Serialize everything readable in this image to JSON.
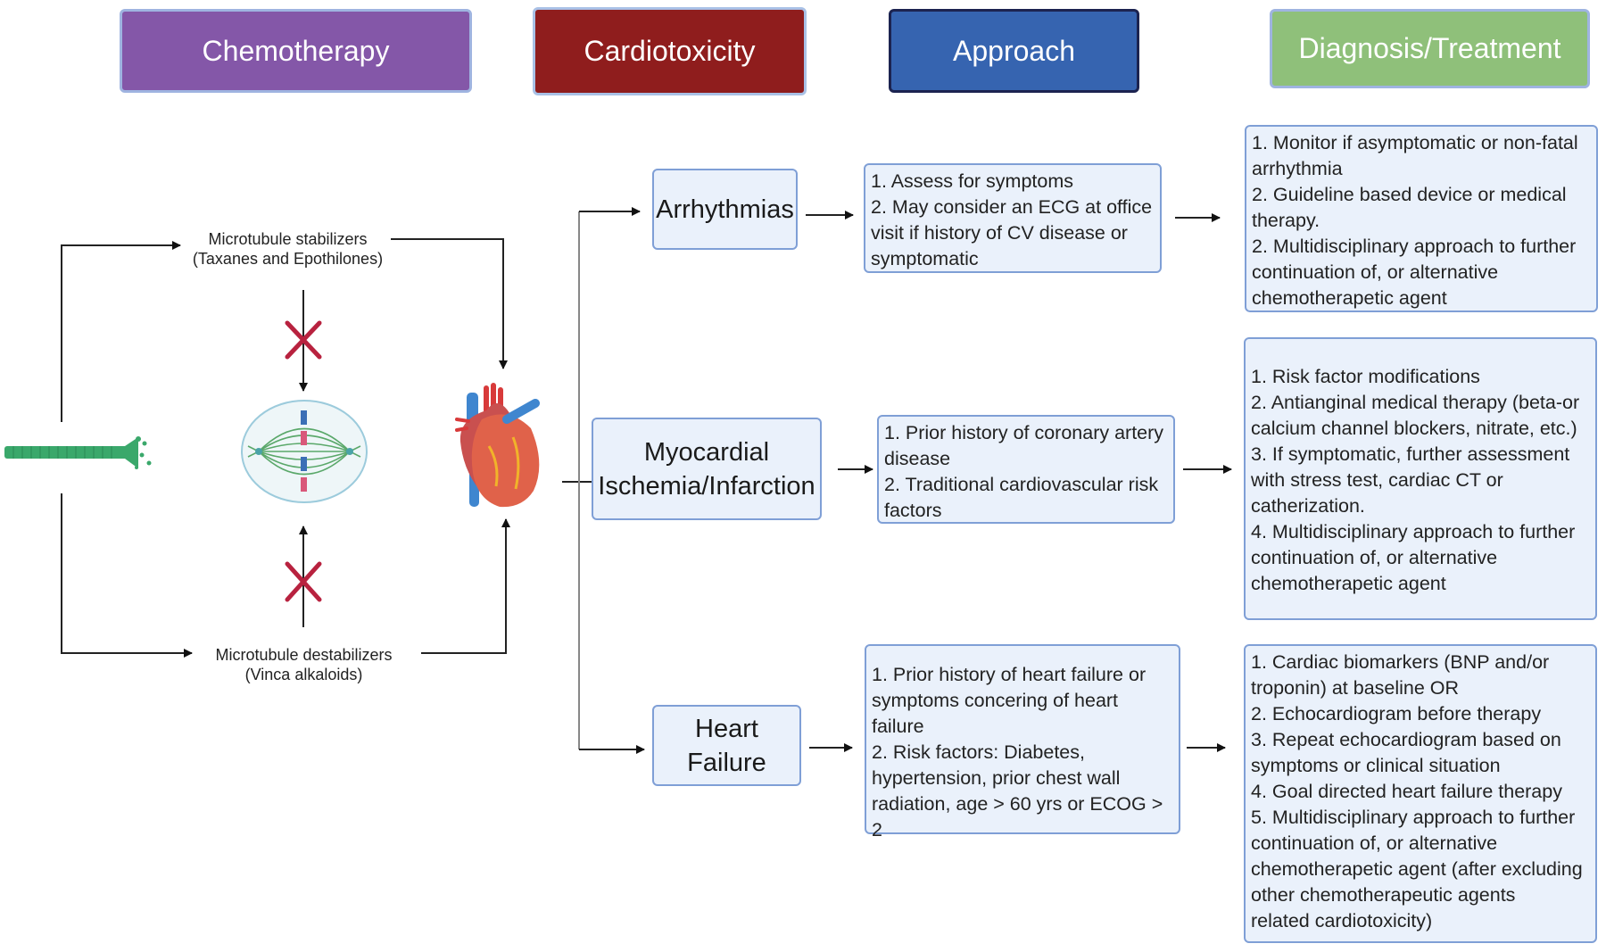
{
  "headers": {
    "chemotherapy": "Chemotherapy",
    "cardiotoxicity": "Cardiotoxicity",
    "approach": "Approach",
    "diagnosis_treatment": "Diagnosis/Treatment"
  },
  "colors": {
    "chemotherapy": "#8457a8",
    "cardiotoxicity": "#8f1d1d",
    "approach": "#3664b0",
    "diagnosis_treatment": "#8fc07a",
    "box_fill": "#eaf1fb",
    "box_border": "#7f9fd6",
    "inhibit_x": "#b8223f"
  },
  "chemotherapy": {
    "stabilizers": {
      "line1": "Microtubule stabilizers",
      "line2": "(Taxanes and Epothilones)"
    },
    "destabilizers": {
      "line1": "Microtubule destabilizers",
      "line2": "(Vinca alkaloids)"
    },
    "icons": [
      "microtubule-icon",
      "mitotic-spindle-icon",
      "heart-icon",
      "inhibit-x-icon"
    ]
  },
  "rows": [
    {
      "category": [
        "Arrhythmias"
      ],
      "approach": [
        "1. Assess for symptoms",
        "2. May consider an ECG at office",
        "visit if history of CV disease or",
        "symptomatic"
      ],
      "diagnosis": [
        "1. Monitor if asymptomatic or non-fatal",
        "arrhythmia",
        "2. Guideline based device or medical",
        "therapy.",
        "2. Multidisciplinary approach to further",
        "continuation of, or alternative",
        "chemotherapetic agent"
      ]
    },
    {
      "category": [
        "Myocardial",
        "Ischemia/Infarction"
      ],
      "approach": [
        "1. Prior history of coronary artery",
        "disease",
        "2. Traditional cardiovascular risk",
        "factors"
      ],
      "diagnosis": [
        "1. Risk factor modifications",
        "2. Antianginal medical therapy (beta-or",
        "calcium channel blockers, nitrate, etc.)",
        "3. If symptomatic, further assessment",
        "with stress test, cardiac CT or",
        "catherization.",
        "4. Multidisciplinary approach to further",
        "continuation of, or alternative",
        "chemotherapetic agent"
      ]
    },
    {
      "category": [
        "Heart",
        "Failure"
      ],
      "approach": [
        "1. Prior history of heart failure or",
        "symptoms concering of heart",
        "failure",
        "2. Risk factors: Diabetes,",
        "hypertension, prior chest wall",
        "radiation, age > 60 yrs or ECOG > 2"
      ],
      "diagnosis": [
        "1. Cardiac biomarkers (BNP and/or",
        "troponin) at baseline OR",
        "2. Echocardiogram before therapy",
        "3. Repeat echocardiogram based on",
        "symptoms or clinical situation",
        "4. Goal directed heart failure therapy",
        "5. Multidisciplinary approach to further",
        "continuation of, or alternative",
        "chemotherapetic agent (after excluding",
        "other chemotherapeutic agents",
        "related cardiotoxicity)"
      ]
    }
  ]
}
